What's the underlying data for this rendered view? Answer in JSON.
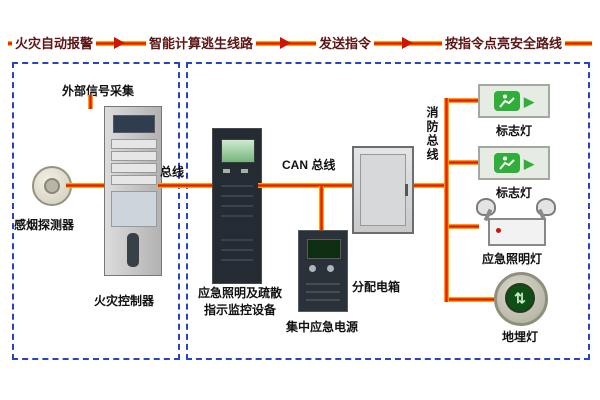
{
  "flow": {
    "step1": "火灾自动报警",
    "step2": "智能计算逃生线路",
    "step3": "发送指令",
    "step4": "按指令点亮安全路线"
  },
  "left_box": {
    "title": "外部信号采集",
    "smoke_detector_label": "感烟探测器",
    "fire_controller_label": "火灾控制器"
  },
  "buses": {
    "main_bus": "总线",
    "can_bus": "CAN 总线",
    "fire_bus": "消防总线"
  },
  "right_box": {
    "monitor_label_line1": "应急照明及疏散",
    "monitor_label_line2": "指示监控设备",
    "eps_label": "集中应急电源",
    "distribution_label": "分配电箱",
    "sign1_label": "标志灯",
    "sign2_label": "标志灯",
    "emergency_light_label": "应急照明灯",
    "ground_light_label": "地埋灯"
  },
  "glyphs": {
    "ground_lamp_arrows": "⇅",
    "sign_arrow": "▶"
  },
  "colors": {
    "line_edge": "#ffd400",
    "line_core": "#e81500",
    "arrow": "#cf1400",
    "box_border": "#2743c8",
    "flow_text": "#5c1414",
    "label_text": "#111111",
    "sign_green": "#2fae3a"
  }
}
